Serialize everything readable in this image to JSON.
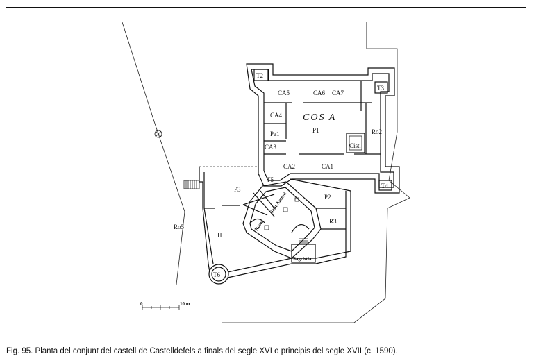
{
  "caption": "Fig. 95. Planta del conjunt del castell de Castelldefels a finals del segle XVI o principis del segle XVII (c. 1590).",
  "labels": {
    "T2": "T2",
    "T3": "T3",
    "T4": "T4",
    "T5": "T5",
    "T6": "T6",
    "CA5": "CA5",
    "CA6": "CA6",
    "CA7": "CA7",
    "CA4": "CA4",
    "COSA": "COS A",
    "Pa1": "Pa1",
    "P1": "P1",
    "Ro2": "Ro2",
    "Cist": "Cist.",
    "CA3": "CA3",
    "CA2": "CA2",
    "CA1": "CA1",
    "P3": "P3",
    "P2": "P2",
    "R3": "R3",
    "Ro5": "Ro5",
    "H": "H",
    "Roser": "Roser",
    "SantAntoni": "Sant Antoni",
    "Sagristia": "Sagristia",
    "scale_0": "0",
    "scale_10": "10 m"
  }
}
